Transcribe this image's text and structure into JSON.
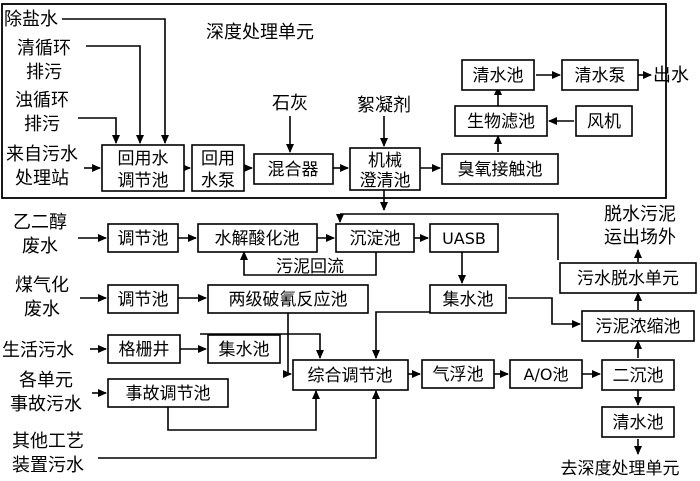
{
  "section_label": "深度处理单元",
  "boxes": {
    "reuse_adjust": [
      "回用水",
      "调节池"
    ],
    "reuse_pump": [
      "回用",
      "水泵"
    ],
    "mixer": [
      "混合器"
    ],
    "clarifier": [
      "机械",
      "澄清池"
    ],
    "ozone": [
      "臭氧接触池"
    ],
    "bio_filter": [
      "生物滤池"
    ],
    "blower": [
      "风机"
    ],
    "clear_tank_top": [
      "清水池"
    ],
    "clear_pump": [
      "清水泵"
    ],
    "adjust1": [
      "调节池"
    ],
    "hydrolysis": [
      "水解酸化池"
    ],
    "settling": [
      "沉淀池"
    ],
    "uasb": [
      "UASB"
    ],
    "adjust2": [
      "调节池"
    ],
    "cyanide": [
      "两级破氰反应池"
    ],
    "collect1": [
      "集水池"
    ],
    "screen": [
      "格栅井"
    ],
    "collect2": [
      "集水池"
    ],
    "accident": [
      "事故调节池"
    ],
    "integrated": [
      "综合调节池"
    ],
    "flotation": [
      "气浮池"
    ],
    "ao": [
      "A/O池"
    ],
    "secondary": [
      "二沉池"
    ],
    "clear_tank_bottom": [
      "清水池"
    ],
    "sludge_thicken": [
      "污泥浓缩池"
    ],
    "sludge_dewater": [
      "污水脱水单元"
    ]
  },
  "labels": {
    "desalt": [
      "除盐水"
    ],
    "clean_circ": [
      "清循环",
      "排污"
    ],
    "turbid_circ": [
      "浊循环",
      "排污"
    ],
    "from_plant": [
      "来自污水",
      "处理站"
    ],
    "lime": [
      "石灰"
    ],
    "flocculant": [
      "絮凝剂"
    ],
    "outlet": [
      "出水"
    ],
    "glycol": [
      "乙二醇",
      "废水"
    ],
    "sludge_return": [
      "污泥回流"
    ],
    "coal_gas": [
      "煤气化",
      "废水"
    ],
    "domestic": [
      "生活污水"
    ],
    "accident_water": [
      "各单元",
      "事故污水"
    ],
    "other_water": [
      "其他工艺",
      "装置污水"
    ],
    "sludge_out": [
      "脱水污泥",
      "运出场外"
    ],
    "to_deep": [
      "去深度处理单元"
    ]
  }
}
